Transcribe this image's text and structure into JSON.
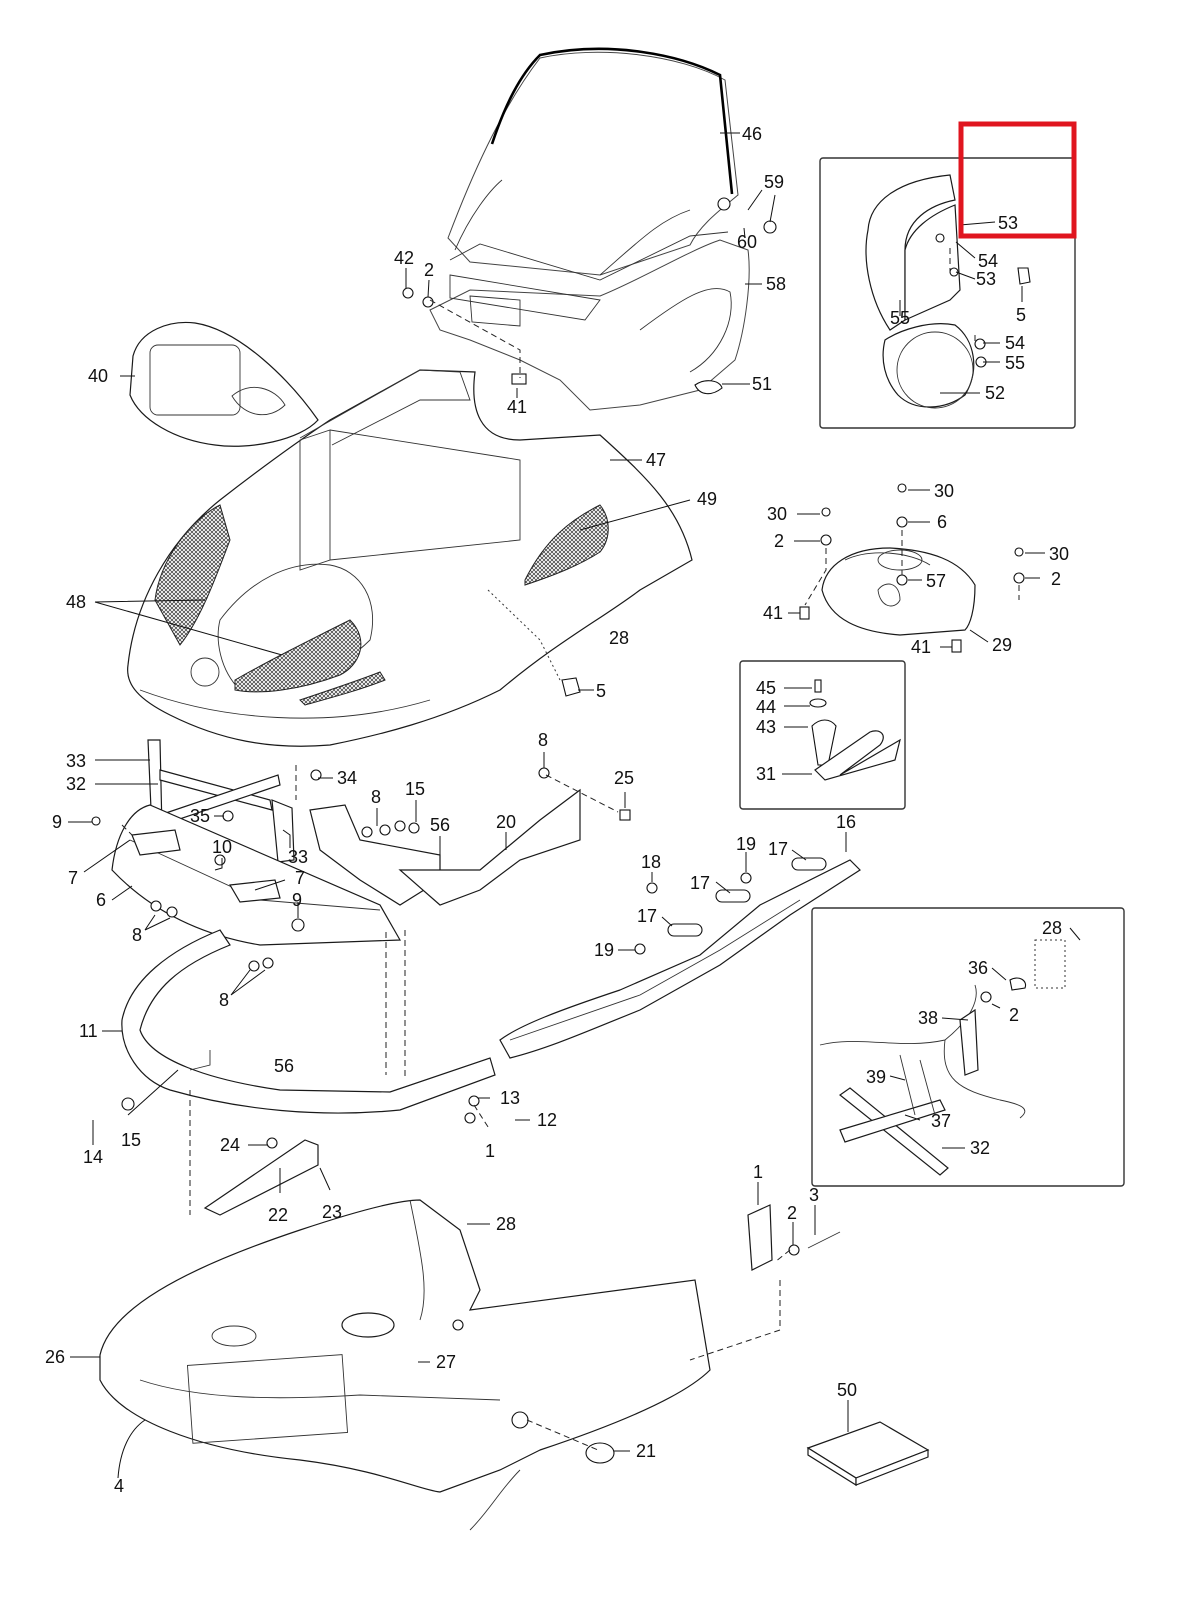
{
  "callouts": {
    "c46": "46",
    "c59": "59",
    "c60": "60",
    "c58": "58",
    "c42": "42",
    "c2a": "2",
    "c41a": "41",
    "c51": "51",
    "c40": "40",
    "c47": "47",
    "c49": "49",
    "c48": "48",
    "c28a": "28",
    "c5a": "5",
    "c53a": "53",
    "c54a": "54",
    "c53b": "53",
    "c5b": "5",
    "c55a": "55",
    "c54b": "54",
    "c55b": "55",
    "c52": "52",
    "c30a": "30",
    "c30b": "30",
    "c6a": "6",
    "c2b": "2",
    "c57": "57",
    "c30c": "30",
    "c2c": "2",
    "c41b": "41",
    "c41c": "41",
    "c29": "29",
    "c45": "45",
    "c44": "44",
    "c43": "43",
    "c31": "31",
    "c33a": "33",
    "c32a": "32",
    "c34": "34",
    "c8a": "8",
    "c25": "25",
    "c9a": "9",
    "c35": "35",
    "c15a": "15",
    "c8b": "8",
    "c56a": "56",
    "c20": "20",
    "c16": "16",
    "c10": "10",
    "c33b": "33",
    "c7a": "7",
    "c7b": "7",
    "c6b": "6",
    "c9b": "9",
    "c8c": "8",
    "c8d": "8",
    "c18": "18",
    "c19a": "19",
    "c17a": "17",
    "c17b": "17",
    "c17c": "17",
    "c19b": "19",
    "c28b": "28",
    "c36": "36",
    "c2d": "2",
    "c38": "38",
    "c39": "39",
    "c37": "37",
    "c32b": "32",
    "c11": "11",
    "c56b": "56",
    "c13": "13",
    "c12": "12",
    "c15b": "15",
    "c14": "14",
    "c1a": "1",
    "c24": "24",
    "c22": "22",
    "c23": "23",
    "c28c": "28",
    "c1b": "1",
    "c2e": "2",
    "c3": "3",
    "c26": "26",
    "c27": "27",
    "c4": "4",
    "c21": "21",
    "c50": "50"
  },
  "highlight_color": "#e0151f"
}
